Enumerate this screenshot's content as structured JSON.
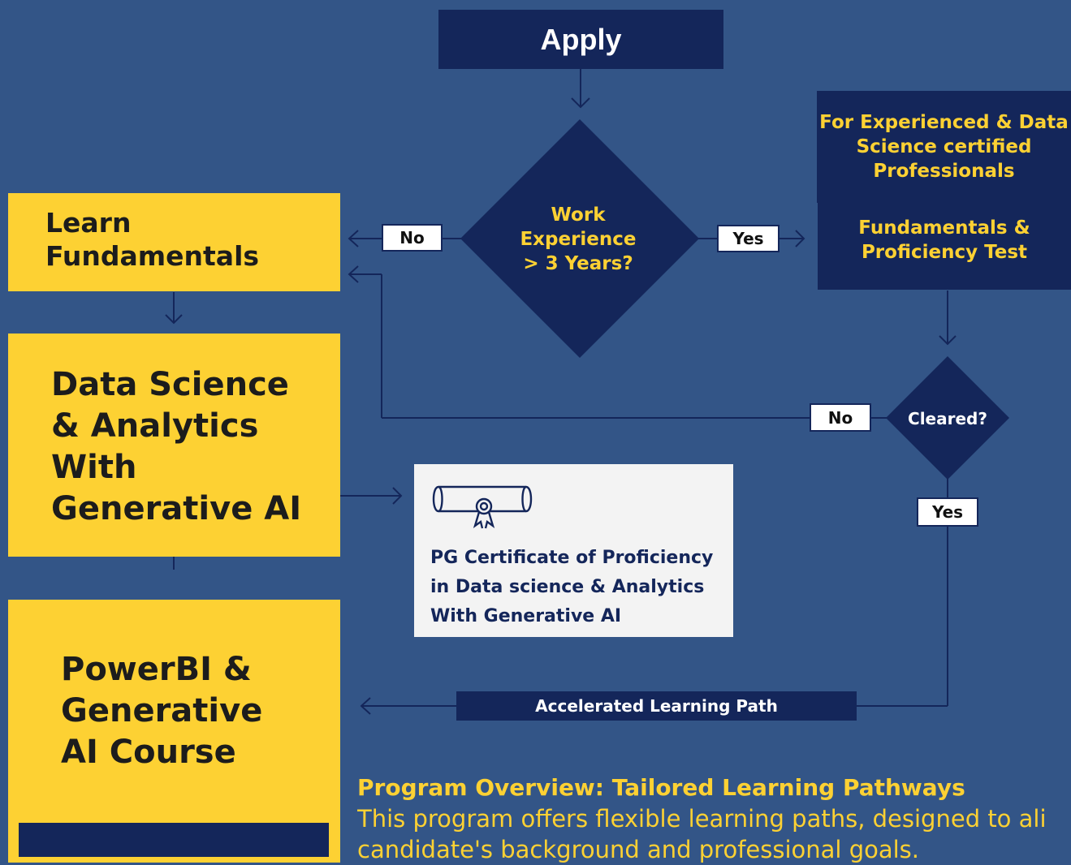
{
  "apply": {
    "label": "Apply"
  },
  "decision_experience": {
    "line1": "Work",
    "line2": "Experience",
    "line3": "> 3 Years?"
  },
  "label_no_left": "No",
  "label_yes_right": "Yes",
  "experienced_box": {
    "line1": "For Experienced & Data",
    "line2": "Science certified",
    "line3": "Professionals"
  },
  "test_box": {
    "line1": "Fundamentals &",
    "line2": "Proficiency Test"
  },
  "decision_cleared": {
    "label": "Cleared?"
  },
  "label_no_cleared": "No",
  "label_yes_cleared": "Yes",
  "fundamentals_box": {
    "line1": "Learn",
    "line2": "Fundamentals"
  },
  "ds_box": {
    "line1": "Data Science",
    "line2": "& Analytics",
    "line3": "With",
    "line4": "Generative AI"
  },
  "certificate": {
    "icon": "certificate-scroll-icon",
    "line1": "PG Certificate of Proficiency",
    "line2": "in Data science & Analytics",
    "line3": "With Generative AI"
  },
  "powerbi_box": {
    "line1": "PowerBI &",
    "line2": "Generative",
    "line3": "AI Course"
  },
  "accelerated_path": {
    "label": "Accelerated Learning Path"
  },
  "overview": {
    "title": "Program Overview: Tailored Learning Pathways",
    "line1": "This program offers flexible learning paths, designed to ali",
    "line2": "candidate's background and professional goals."
  },
  "colors": {
    "background": "#335587",
    "navy": "#14265a",
    "yellow": "#fdd133",
    "accent_text": "#fdd133",
    "cert_bg": "#f3f3f3"
  }
}
